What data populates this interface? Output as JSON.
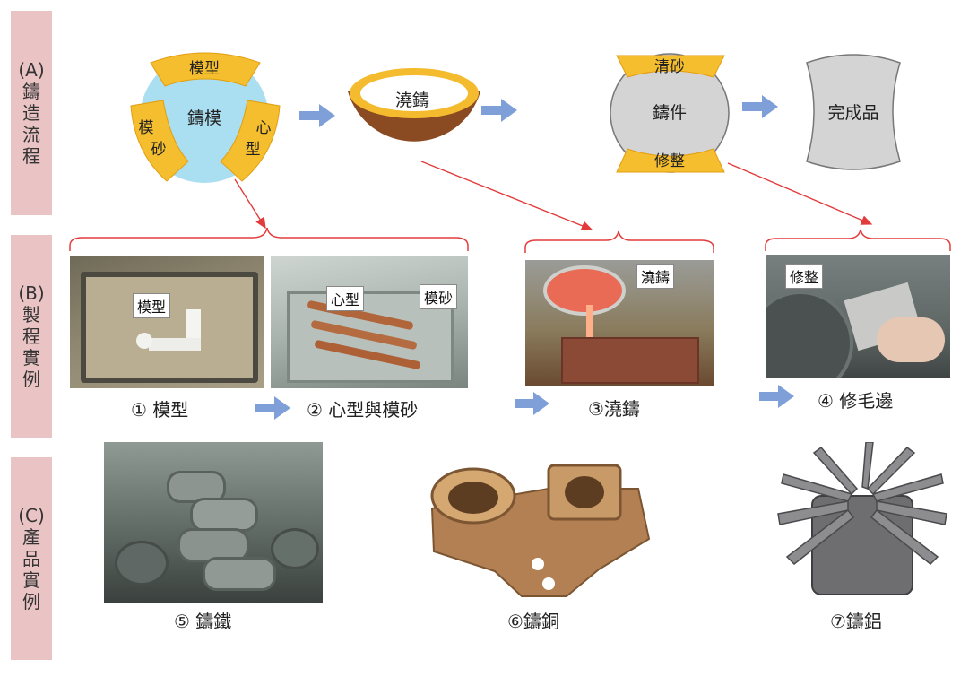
{
  "colors": {
    "side_panel": "#eac4c4",
    "orange": "#f5be2e",
    "blue_circle": "#aadff2",
    "gray_circle": "#d4d4d4",
    "arrow_blue": "#7f9fd8",
    "red_line": "#e33b3b"
  },
  "side": {
    "a": {
      "title": "(A)",
      "chars": [
        "鑄",
        "造",
        "流",
        "程"
      ]
    },
    "b": {
      "title": "(B)",
      "chars": [
        "製",
        "程",
        "實",
        "例"
      ]
    },
    "c": {
      "title": "(C)",
      "chars": [
        "產",
        "品",
        "實",
        "例"
      ]
    }
  },
  "flow": {
    "mold_center": "鑄模",
    "mold_top": "模型",
    "mold_left": [
      "模",
      "砂"
    ],
    "mold_right": [
      "心",
      "型"
    ],
    "pour": "澆鑄",
    "casting_center": "鑄件",
    "casting_top": "清砂",
    "casting_bottom": "修整",
    "finished": "完成品"
  },
  "process": {
    "photo1_tag": "模型",
    "photo2_tag_a": "心型",
    "photo2_tag_b": "模砂",
    "photo3_tag": "澆鑄",
    "photo4_tag": "修整",
    "label1": "① 模型",
    "label2": "② 心型與模砂",
    "label3": "③澆鑄",
    "label4": "④ 修毛邊"
  },
  "products": {
    "label5": "⑤ 鑄鐵",
    "label6": "⑥鑄銅",
    "label7": "⑦鑄鋁"
  }
}
